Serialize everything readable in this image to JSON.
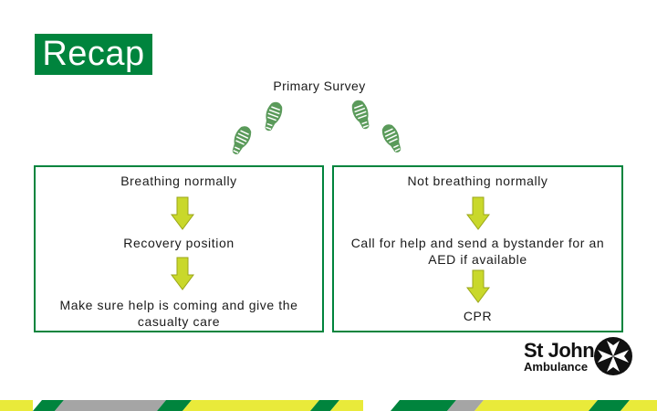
{
  "heading": "Recap",
  "subtitle": "Primary Survey",
  "left": {
    "step1": "Breathing normally",
    "step2": "Recovery position",
    "step3": "Make sure help is coming and give the casualty care"
  },
  "right": {
    "step1": "Not breathing normally",
    "step2": "Call for help and send a bystander for an AED if available",
    "step3": "CPR"
  },
  "logo": {
    "line1": "St John",
    "line2": "Ambulance"
  },
  "colors": {
    "brand_green": "#00843d",
    "arrow_yellow": "#c9d82b",
    "stripe_grey": "#a5a5a5"
  }
}
